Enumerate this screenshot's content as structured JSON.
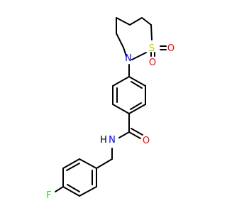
{
  "molecule": {
    "atoms": [
      {
        "id": "N_ring",
        "symbol": "N",
        "color": "#0000ff"
      },
      {
        "id": "S",
        "symbol": "S",
        "color": "#cccc00"
      },
      {
        "id": "O_s1",
        "symbol": "O",
        "color": "#ff0000"
      },
      {
        "id": "O_s2",
        "symbol": "O",
        "color": "#ff0000"
      },
      {
        "id": "O_amide",
        "symbol": "O",
        "color": "#ff0000"
      },
      {
        "id": "N_amide",
        "symbol": "N",
        "color": "#0000ff"
      },
      {
        "id": "H_amide",
        "symbol": "H",
        "color": "#000000"
      },
      {
        "id": "F",
        "symbol": "F",
        "color": "#33cc33"
      }
    ]
  }
}
